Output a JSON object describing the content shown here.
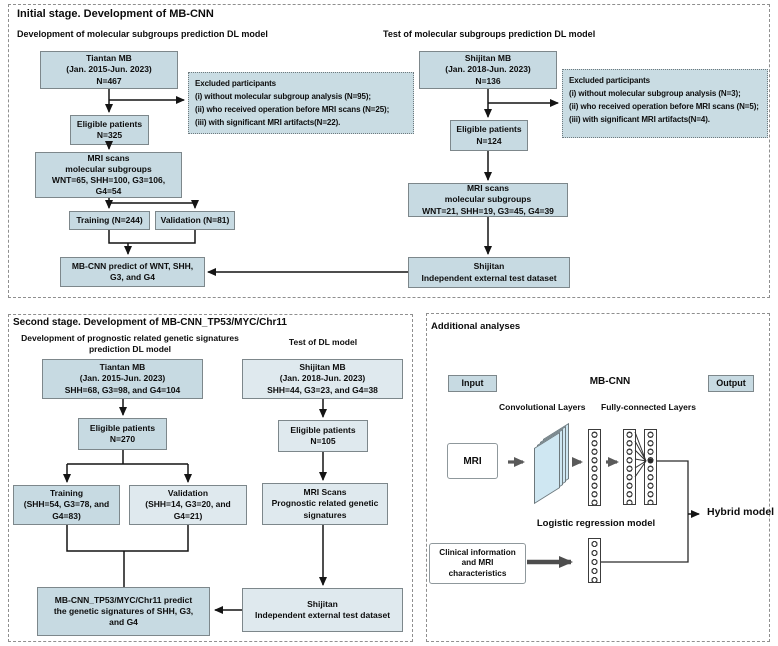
{
  "stage1": {
    "title": "Initial stage. Development of MB-CNN",
    "dev_subtitle": "Development of molecular subgroups prediction DL model",
    "test_subtitle": "Test of molecular subgroups prediction DL model",
    "tiantan": "Tiantan MB\n(Jan. 2015-Jun. 2023)\nN=467",
    "excluded_dev": "Excluded participants\n(i) without molecular subgroup analysis (N=95);\n(ii) who received operation before MRI scans (N=25);\n(iii) with significant MRI artifacts(N=22).",
    "eligible_dev": "Eligible patients\nN=325",
    "mri_dev": "MRI scans\nmolecular subgroups\nWNT=65, SHH=100, G3=106,\nG4=54",
    "training": "Training (N=244)",
    "validation": "Validation (N=81)",
    "predict": "MB-CNN predict of WNT, SHH,\nG3, and G4",
    "shijitan": "Shijitan MB\n(Jan. 2018-Jun. 2023)\nN=136",
    "excluded_test": "Excluded participants\n(i) without molecular subgroup analysis (N=3);\n(ii) who received operation before MRI scans (N=5);\n(iii) with significant MRI artifacts(N=4).",
    "eligible_test": "Eligible patients\nN=124",
    "mri_test": "MRI scans\nmolecular subgroups\nWNT=21, SHH=19, G3=45, G4=39",
    "external_test": "Shijitan\nIndependent external test dataset"
  },
  "stage2": {
    "title": "Second stage. Development of MB-CNN_TP53/MYC/Chr11",
    "dev_subtitle": "Development of prognostic related genetic signatures\nprediction DL model",
    "test_subtitle": "Test of DL model",
    "tiantan": "Tiantan MB\n(Jan. 2015-Jun. 2023)\nSHH=68, G3=98, and G4=104",
    "eligible_dev": "Eligible patients\nN=270",
    "training": "Training\n(SHH=54, G3=78, and\nG4=83)",
    "validation": "Validation\n(SHH=14, G3=20, and\nG4=21)",
    "predict": "MB-CNN_TP53/MYC/Chr11 predict\nthe genetic signatures of SHH, G3,\nand G4",
    "shijitan": "Shijitan MB\n(Jan. 2018-Jun. 2023)\nSHH=44, G3=23, and G4=38",
    "eligible_test": "Eligible patients\nN=105",
    "mri_test": "MRI Scans\nPrognostic related genetic\nsignatures",
    "external_test": "Shijitan\nIndependent external test dataset"
  },
  "additional": {
    "title": "Additional analyses",
    "input_label": "Input",
    "model_label": "MB-CNN",
    "output_label": "Output",
    "conv_label": "Convolutional Layers",
    "fc_label": "Fully-connected Layers",
    "mri_label": "MRI",
    "lr_label": "Logistic regression model",
    "clinical_label": "Clinical information\nand MRI\ncharacteristics",
    "hybrid_label": "Hybrid model"
  },
  "colors": {
    "box_fill": "#c7dae2",
    "box_fill_light": "#dfe9ee",
    "box_border": "#7d878b",
    "conv_sheet_fill": "#cfe7f2",
    "panel_border": "#8f8f8f",
    "line": "#141414"
  }
}
